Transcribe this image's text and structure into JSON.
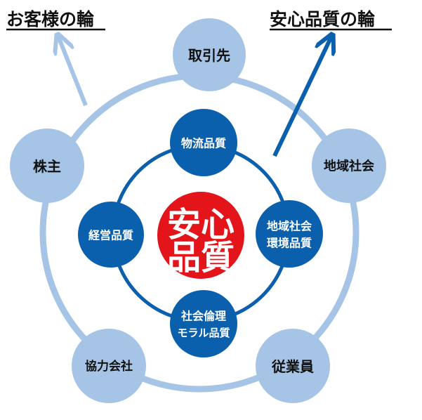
{
  "titles": {
    "left": "お客様の輪",
    "right": "安心品質の輪"
  },
  "center": {
    "line1": "安心",
    "line2": "品質",
    "color": "#e4141b"
  },
  "inner_nodes": {
    "top": "物流品質",
    "left": "経営品質",
    "right_line1": "地域社会",
    "right_line2": "環境品質",
    "bottom_line1": "社会倫理",
    "bottom_line2": "モラル品質"
  },
  "outer_nodes": {
    "top": "取引先",
    "left": "株主",
    "right": "地域社会",
    "bottom_left": "協力会社",
    "bottom_right": "従業員"
  },
  "colors": {
    "outer": "#a6c4e6",
    "inner": "#0a60ad",
    "inner_ring": "#0a60ad",
    "outer_ring": "#a6c4e6",
    "center": "#e4141b"
  }
}
